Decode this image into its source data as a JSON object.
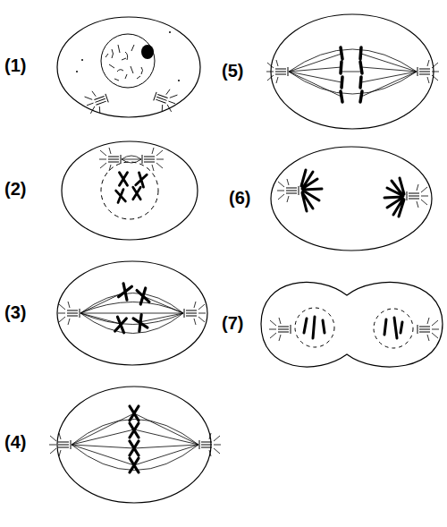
{
  "diagram": {
    "labels": [
      "(1)",
      "(2)",
      "(3)",
      "(4)",
      "(5)",
      "(6)",
      "(7)"
    ]
  }
}
